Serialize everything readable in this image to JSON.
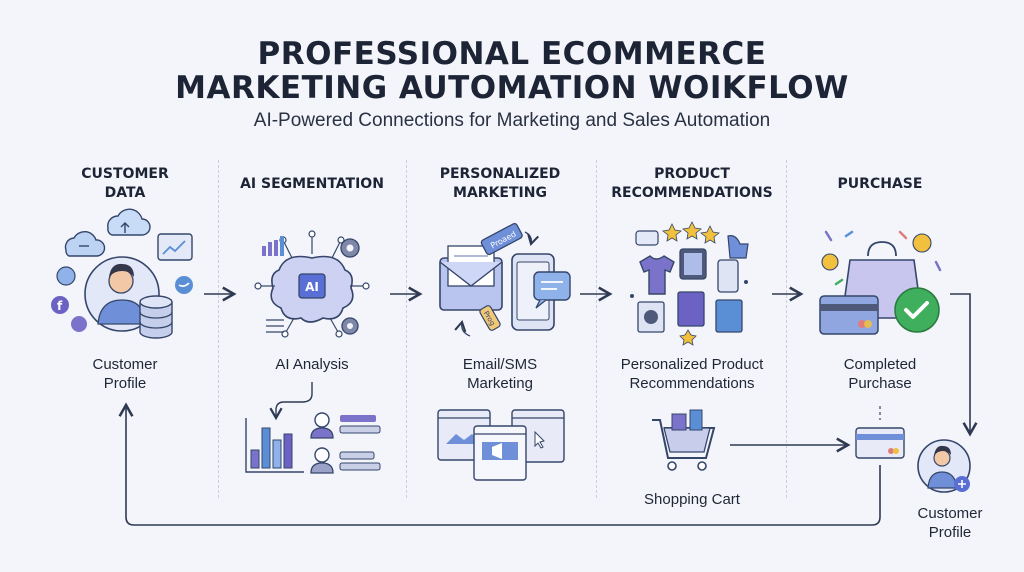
{
  "title_line1": "PROFESSIONAL ECOMMERCE",
  "title_line2": "MARKETING AUTOMATION WOIKFLOW",
  "subtitle": "AI-Powered Connections for Marketing and Sales Automation",
  "stages": [
    {
      "title_line1": "CUSTOMER",
      "title_line2": "DATA",
      "caption_line1": "Customer",
      "caption_line2": "Profile"
    },
    {
      "title_line1": "AI SEGMENTATION",
      "caption_line1": "AI Analysis"
    },
    {
      "title_line1": "PERSONALIZED",
      "title_line2": "MARKETING",
      "caption_line1": "Email/SMS",
      "caption_line2": "Marketing"
    },
    {
      "title_line1": "PRODUCT",
      "title_line2": "RECOMMENDATIONS",
      "caption_line1": "Personalized Product",
      "caption_line2": "Recommendations"
    },
    {
      "title_line1": "PURCHASE",
      "caption_line1": "Completed",
      "caption_line2": "Purchase"
    }
  ],
  "shopping_cart_label": "Shopping Cart",
  "final_profile_line1": "Customer",
  "final_profile_line2": "Profile",
  "ai_chip_label": "AI",
  "tag_labels": {
    "promo": "Proaed",
    "small": "Prog"
  },
  "icons": [
    "cloud-icon",
    "user-icon",
    "database-icon",
    "chart-icon",
    "twitter-icon",
    "facebook-icon",
    "brain-icon",
    "gear-icon",
    "bar-chart-icon",
    "envelope-icon",
    "smartphone-icon",
    "chat-icon",
    "tag-icon",
    "tshirt-icon",
    "book-icon",
    "star-icon",
    "shopping-bag-icon",
    "credit-card-icon",
    "check-icon",
    "coin-icon",
    "cart-icon",
    "browser-window-icon",
    "megaphone-icon"
  ],
  "colors": {
    "accent_purple": "#7b73c9",
    "accent_blue": "#5a8fd6",
    "check_green": "#3fae5d",
    "line_dark": "#2f3a52"
  }
}
